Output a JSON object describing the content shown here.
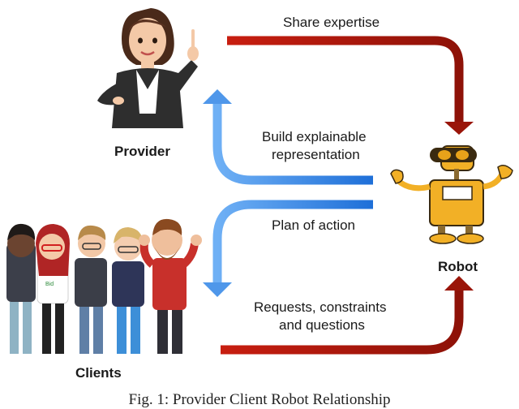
{
  "nodes": {
    "provider": "Provider",
    "robot": "Robot",
    "clients": "Clients"
  },
  "edges": {
    "share_expertise": "Share expertise",
    "build_explainable": [
      "Build explainable",
      "representation"
    ],
    "plan_of_action": "Plan of action",
    "requests": [
      "Requests, constraints",
      "and questions"
    ]
  },
  "shirt_logo": "Bid",
  "caption": "Fig. 1: Provider Client Robot Relationship",
  "colors": {
    "arrow_red": "#a8170c",
    "arrow_blue": "#3a86e0",
    "robot_yellow": "#f2b026",
    "robot_screen": "#ffffff"
  }
}
